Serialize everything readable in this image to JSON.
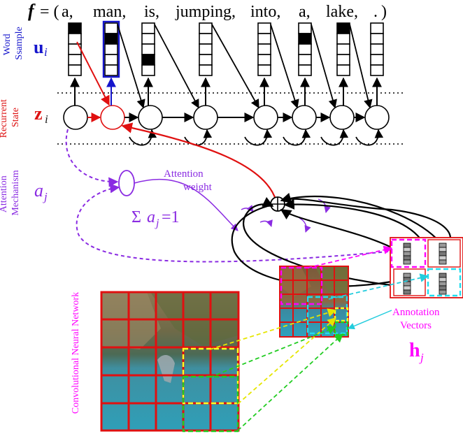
{
  "sentence": {
    "prefix_symbol": "f",
    "equals": "= (",
    "words": [
      "a,",
      "man,",
      "is,",
      "jumping,",
      "into,",
      "a,",
      "lake,",
      "."
    ],
    "close": ")"
  },
  "rows": {
    "word_sample": {
      "rotated_label_line1": "Word",
      "rotated_label_line2": "Ssample",
      "symbol": "u",
      "subscript": "i",
      "color": "#1515cc"
    },
    "recurrent_state": {
      "rotated_label_line1": "Recurrent",
      "rotated_label_line2": "State",
      "symbol": "z",
      "subscript": "i",
      "color": "#dd1111"
    },
    "attention": {
      "rotated_label_line1": "Attention",
      "rotated_label_line2": "Mechanism",
      "symbol": "a",
      "subscript": "j",
      "color": "#8a2be2"
    }
  },
  "attention_weight_label_line1": "Attention",
  "attention_weight_label_line2": "weight",
  "sum_constraint": {
    "sigma": "Σ",
    "symbol": "a",
    "subscript": "j",
    "rhs": "=1"
  },
  "cnn_label": "Convolutional Neural Network",
  "annotation_label_line1": "Annotation",
  "annotation_label_line2": "Vectors",
  "annotation_symbol": "h",
  "annotation_subscript": "j",
  "colors": {
    "red": "#e01010",
    "blue": "#1515cc",
    "purple": "#8a2be2",
    "magenta": "#ff00ff",
    "cyan": "#22ddee",
    "yellow": "#ffff22",
    "green": "#22cc22"
  },
  "one_hot_rows": [
    0,
    1,
    3,
    null,
    null,
    1,
    0,
    null
  ]
}
